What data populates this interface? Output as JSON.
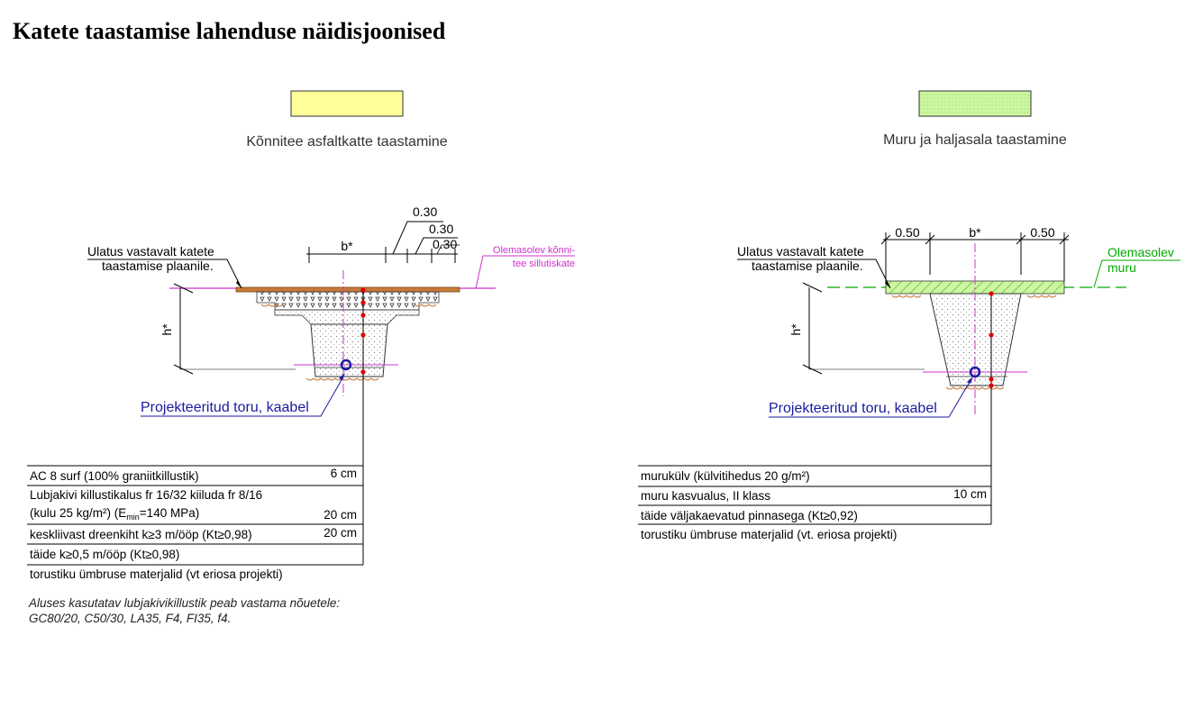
{
  "page": {
    "title": "Katete taastamise lahenduse näidisjoonised"
  },
  "left_panel": {
    "title": "Kõnnitee asfaltkatte taastamine",
    "legend_color": "#ffff99",
    "dim_b": "b*",
    "dim_030_a": "0.30",
    "dim_030_b": "0.30",
    "dim_030_c": "0.30",
    "dim_h": "h*",
    "label_extent_1": "Ulatus vastavalt katete",
    "label_extent_2": "taastamise plaanile.",
    "label_existing_1": "Olemasolev kõnni-",
    "label_existing_2": "tee sillutiskate",
    "label_pipe": "Projekteeritud toru, kaabel",
    "layers": [
      {
        "text": "AC 8 surf (100% graniitkillustik)",
        "thickness": "6 cm"
      },
      {
        "text_line1": "Lubjakivi killustikalus fr 16/32 kiiluda fr 8/16",
        "text_line2_a": "(kulu 25 kg/m²) (E",
        "text_line2_sub": "min",
        "text_line2_b": "=140 MPa)",
        "thickness": "20 cm"
      },
      {
        "text": "keskliivast dreenkiht k≥3 m/ööp (Kt≥0,98)",
        "thickness": "20 cm"
      },
      {
        "text": "täide k≥0,5 m/ööp (Kt≥0,98)",
        "thickness": ""
      },
      {
        "text": "torustiku ümbruse materjalid (vt eriosa projekti)",
        "thickness": ""
      }
    ],
    "note_1": "Aluses kasutatav lubjakivikillustik peab vastama nõuetele:",
    "note_2": "GC80/20, C50/30, LA35, F4, FI35, f4."
  },
  "right_panel": {
    "title": "Muru ja haljasala taastamine",
    "legend_color": "#ccff99",
    "dim_050_left": "0.50",
    "dim_b": "b*",
    "dim_050_right": "0.50",
    "dim_h": "h*",
    "label_extent_1": "Ulatus vastavalt katete",
    "label_extent_2": "taastamise plaanile.",
    "label_existing_1": "Olemasolev",
    "label_existing_2": "muru",
    "label_pipe": "Projekteeritud toru, kaabel",
    "layers": [
      {
        "text": "murukülv (külvitihedus 20 g/m²)",
        "thickness": ""
      },
      {
        "text": "muru kasvualus, II klass",
        "thickness": "10 cm"
      },
      {
        "text": "täide väljakaevatud pinnasega (Kt≥0,92)",
        "thickness": ""
      },
      {
        "text": "torustiku ümbruse materjalid (vt. eriosa projekti)",
        "thickness": ""
      }
    ]
  },
  "colors": {
    "magenta": "#cc33cc",
    "green": "#00aa00",
    "blue": "#1a1aa0",
    "red": "#e00000",
    "asphalt": "#c87a3a"
  }
}
